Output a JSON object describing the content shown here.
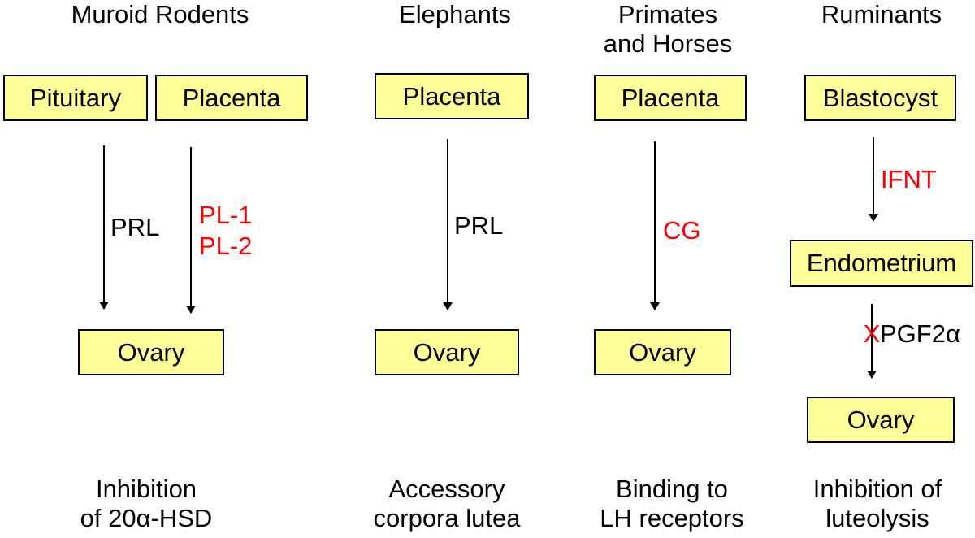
{
  "columns": [
    {
      "title": "Muroid Rodents",
      "boxes": {
        "pituitary": "Pituitary",
        "placenta": "Placenta",
        "ovary": "Ovary"
      },
      "arrow_labels": {
        "left": "PRL",
        "right_1": "PL-1",
        "right_2": "PL-2"
      },
      "outcome": [
        "Inhibition",
        "of 20α-HSD"
      ]
    },
    {
      "title": "Elephants",
      "boxes": {
        "placenta": "Placenta",
        "ovary": "Ovary"
      },
      "arrow_labels": {
        "main": "PRL"
      },
      "outcome": [
        "Accessory",
        "corpora lutea"
      ]
    },
    {
      "title": [
        "Primates",
        "and Horses"
      ],
      "boxes": {
        "placenta": "Placenta",
        "ovary": "Ovary"
      },
      "arrow_labels": {
        "main": "CG"
      },
      "outcome": [
        "Binding to",
        "LH receptors"
      ]
    },
    {
      "title": "Ruminants",
      "boxes": {
        "blastocyst": "Blastocyst",
        "endometrium": "Endometrium",
        "ovary": "Ovary"
      },
      "arrow_labels": {
        "upper": "IFNT",
        "lower": "PGF2α",
        "block_mark": "X"
      },
      "outcome": [
        "Inhibition of",
        "luteolysis"
      ]
    }
  ],
  "colors": {
    "box_fill": "#ffff99",
    "signal_red": "#ff0000",
    "text": "#000000"
  }
}
